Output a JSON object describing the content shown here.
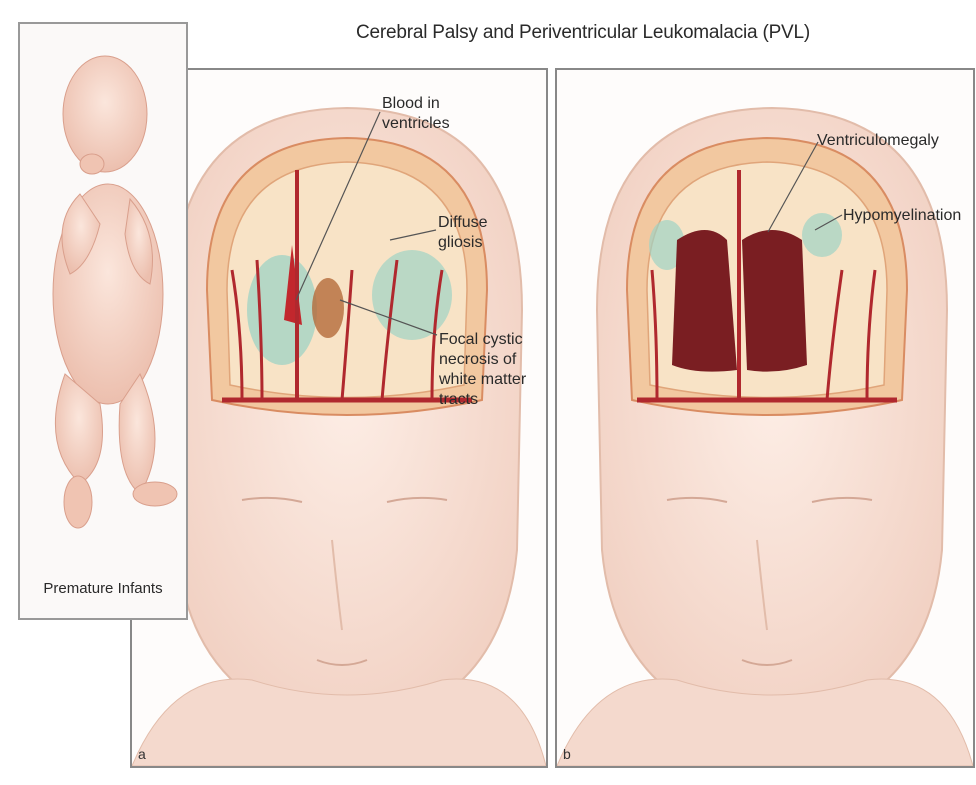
{
  "title": "Cerebral Palsy and Periventricular Leukomalacia (PVL)",
  "inset": {
    "label": "Premature Infants"
  },
  "panel_a": {
    "letter": "a",
    "callouts": {
      "blood": "Blood in\nventricles",
      "gliosis": "Diffuse\ngliosis",
      "necrosis": "Focal cystic\nnecrosis of\nwhite matter\ntracts"
    }
  },
  "panel_b": {
    "letter": "b",
    "callouts": {
      "ventriculomegaly": "Ventriculomegaly",
      "hypomyelination": "Hypomyelination"
    }
  },
  "colors": {
    "skin": "#f6dcd0",
    "cortex": "#e8a77a",
    "vessel": "#b0282e",
    "gliosis": "#9fd3c4",
    "ventricle": "#7a1e22"
  }
}
